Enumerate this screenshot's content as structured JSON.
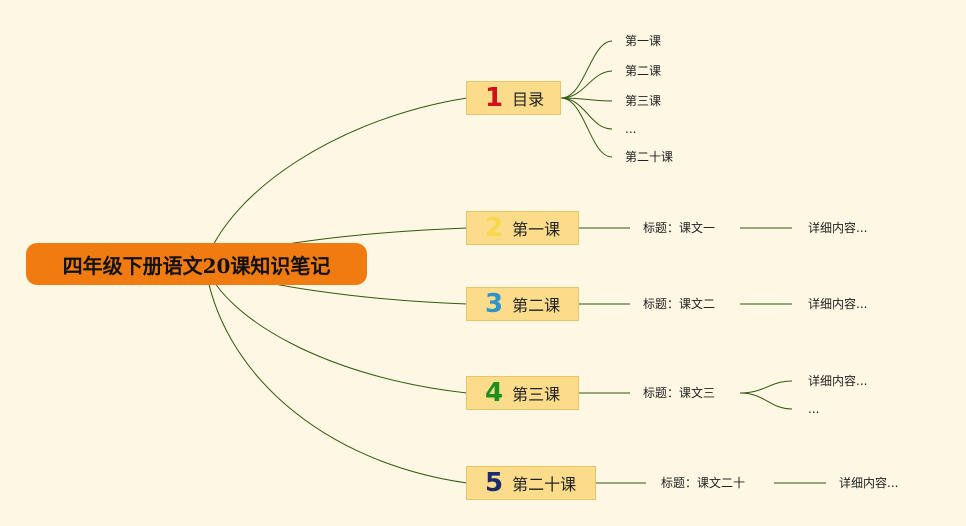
{
  "root": {
    "label": "四年级下册语文20课知识笔记"
  },
  "branches": [
    {
      "number": "1",
      "number_color": "#d0101a",
      "label": "目录",
      "children": [
        "第一课",
        "第二课",
        "第三课",
        "...",
        "第二十课"
      ]
    },
    {
      "number": "2",
      "number_color": "#f7d84a",
      "label": "第一课",
      "title": "标题：课文一",
      "details": [
        "详细内容..."
      ]
    },
    {
      "number": "3",
      "number_color": "#2f92c8",
      "label": "第二课",
      "title": "标题：课文二",
      "details": [
        "详细内容..."
      ]
    },
    {
      "number": "4",
      "number_color": "#1d8f1e",
      "label": "第三课",
      "title": "标题：课文三",
      "details": [
        "详细内容...",
        "..."
      ]
    },
    {
      "number": "5",
      "number_color": "#1f2a6b",
      "label": "第二十课",
      "title": "标题：课文二十",
      "details": [
        "详细内容..."
      ]
    }
  ],
  "colors": {
    "background": "#fdf7e3",
    "root_fill": "#f07c11",
    "branch_fill": "#fbdc8a",
    "connector": "#2f5a0f"
  }
}
